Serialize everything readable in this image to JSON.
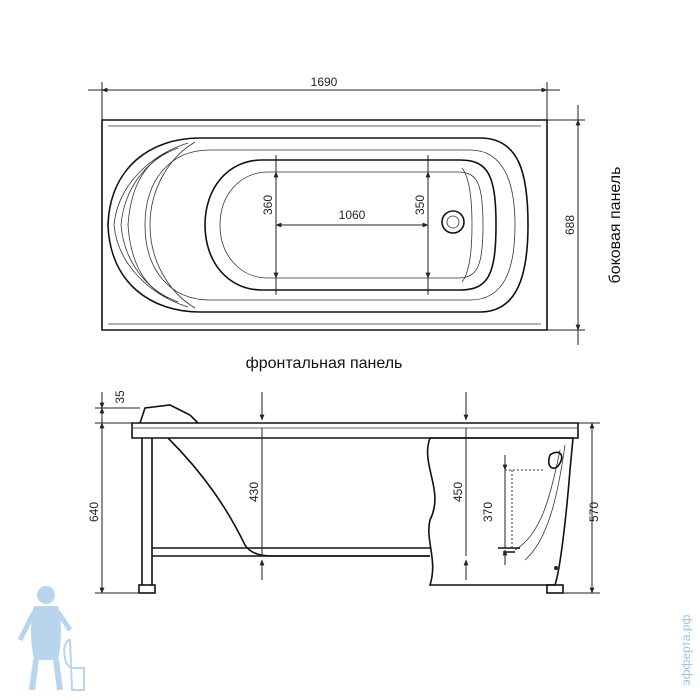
{
  "top_view": {
    "length": "1690",
    "width": "688",
    "inner_length": "1060",
    "inner_width_head": "360",
    "inner_width_foot": "350",
    "side_panel_label": "боковая панель",
    "front_panel_label": "фронтальная панель"
  },
  "side_view": {
    "rim": "35",
    "total_height": "640",
    "depth_head": "430",
    "depth_foot": "450",
    "drain_height": "370",
    "panel_height": "570"
  },
  "watermark": {
    "text": "эфферта.рф",
    "icon": "plumber-icon"
  }
}
